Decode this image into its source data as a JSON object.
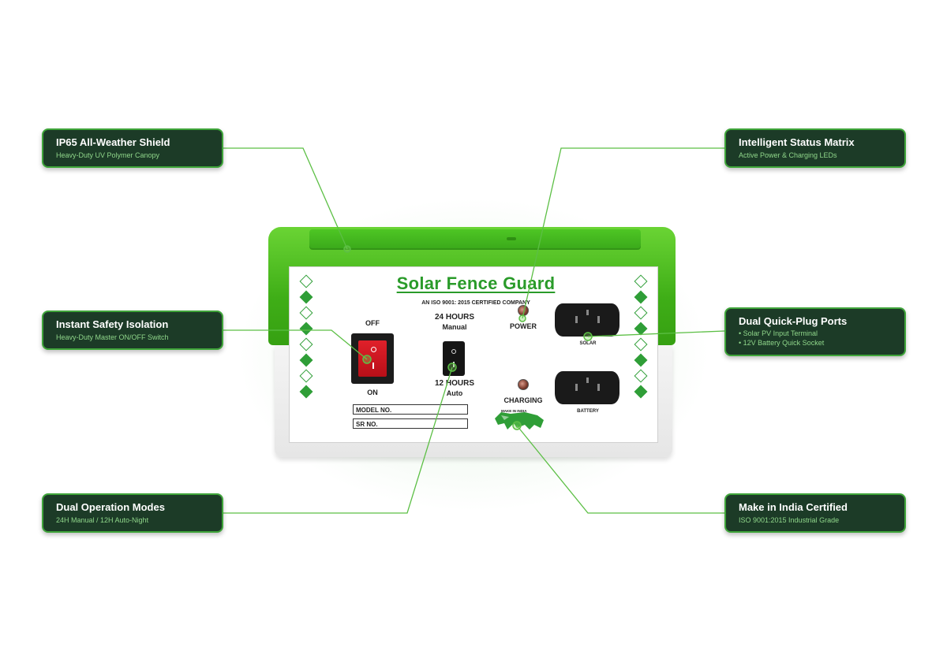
{
  "device": {
    "brand": "Solar Fence Guard",
    "certification": "AN ISO 9001: 2015 CERTIFIED COMPANY",
    "off_label": "OFF",
    "on_label": "ON",
    "mode_top_hours": "24 HOURS",
    "mode_top_name": "Manual",
    "mode_bottom_hours": "12 HOURS",
    "mode_bottom_name": "Auto",
    "power_label": "POWER",
    "charging_label": "CHARGING",
    "solar_label": "SOLAR",
    "battery_label": "BATTERY",
    "model_field": "MODEL NO.",
    "serial_field": "SR NO.",
    "make_in_india": "MAKE IN INDIA"
  },
  "callouts": {
    "shield": {
      "title": "IP65 All-Weather Shield",
      "subtitle": "Heavy-Duty UV Polymer Canopy"
    },
    "isolation": {
      "title": "Instant Safety Isolation",
      "subtitle": "Heavy-Duty Master ON/OFF Switch"
    },
    "modes": {
      "title": "Dual Operation Modes",
      "subtitle": "24H Manual / 12H Auto-Night"
    },
    "status": {
      "title": "Intelligent Status Matrix",
      "subtitle": "Active Power & Charging LEDs"
    },
    "ports": {
      "title": "Dual Quick-Plug Ports",
      "bullets": [
        "• Solar PV Input Terminal",
        "• 12V Battery Quick Socket"
      ]
    },
    "india": {
      "title": "Make in India Certified",
      "subtitle": "ISO 9001:2015 Industrial Grade"
    }
  },
  "colors": {
    "card_bg": "#1c3b27",
    "card_border": "#3fa53a",
    "accent_green": "#2a9b2a",
    "leader_line": "#5cbf45",
    "switch_red": "#d01a22"
  }
}
